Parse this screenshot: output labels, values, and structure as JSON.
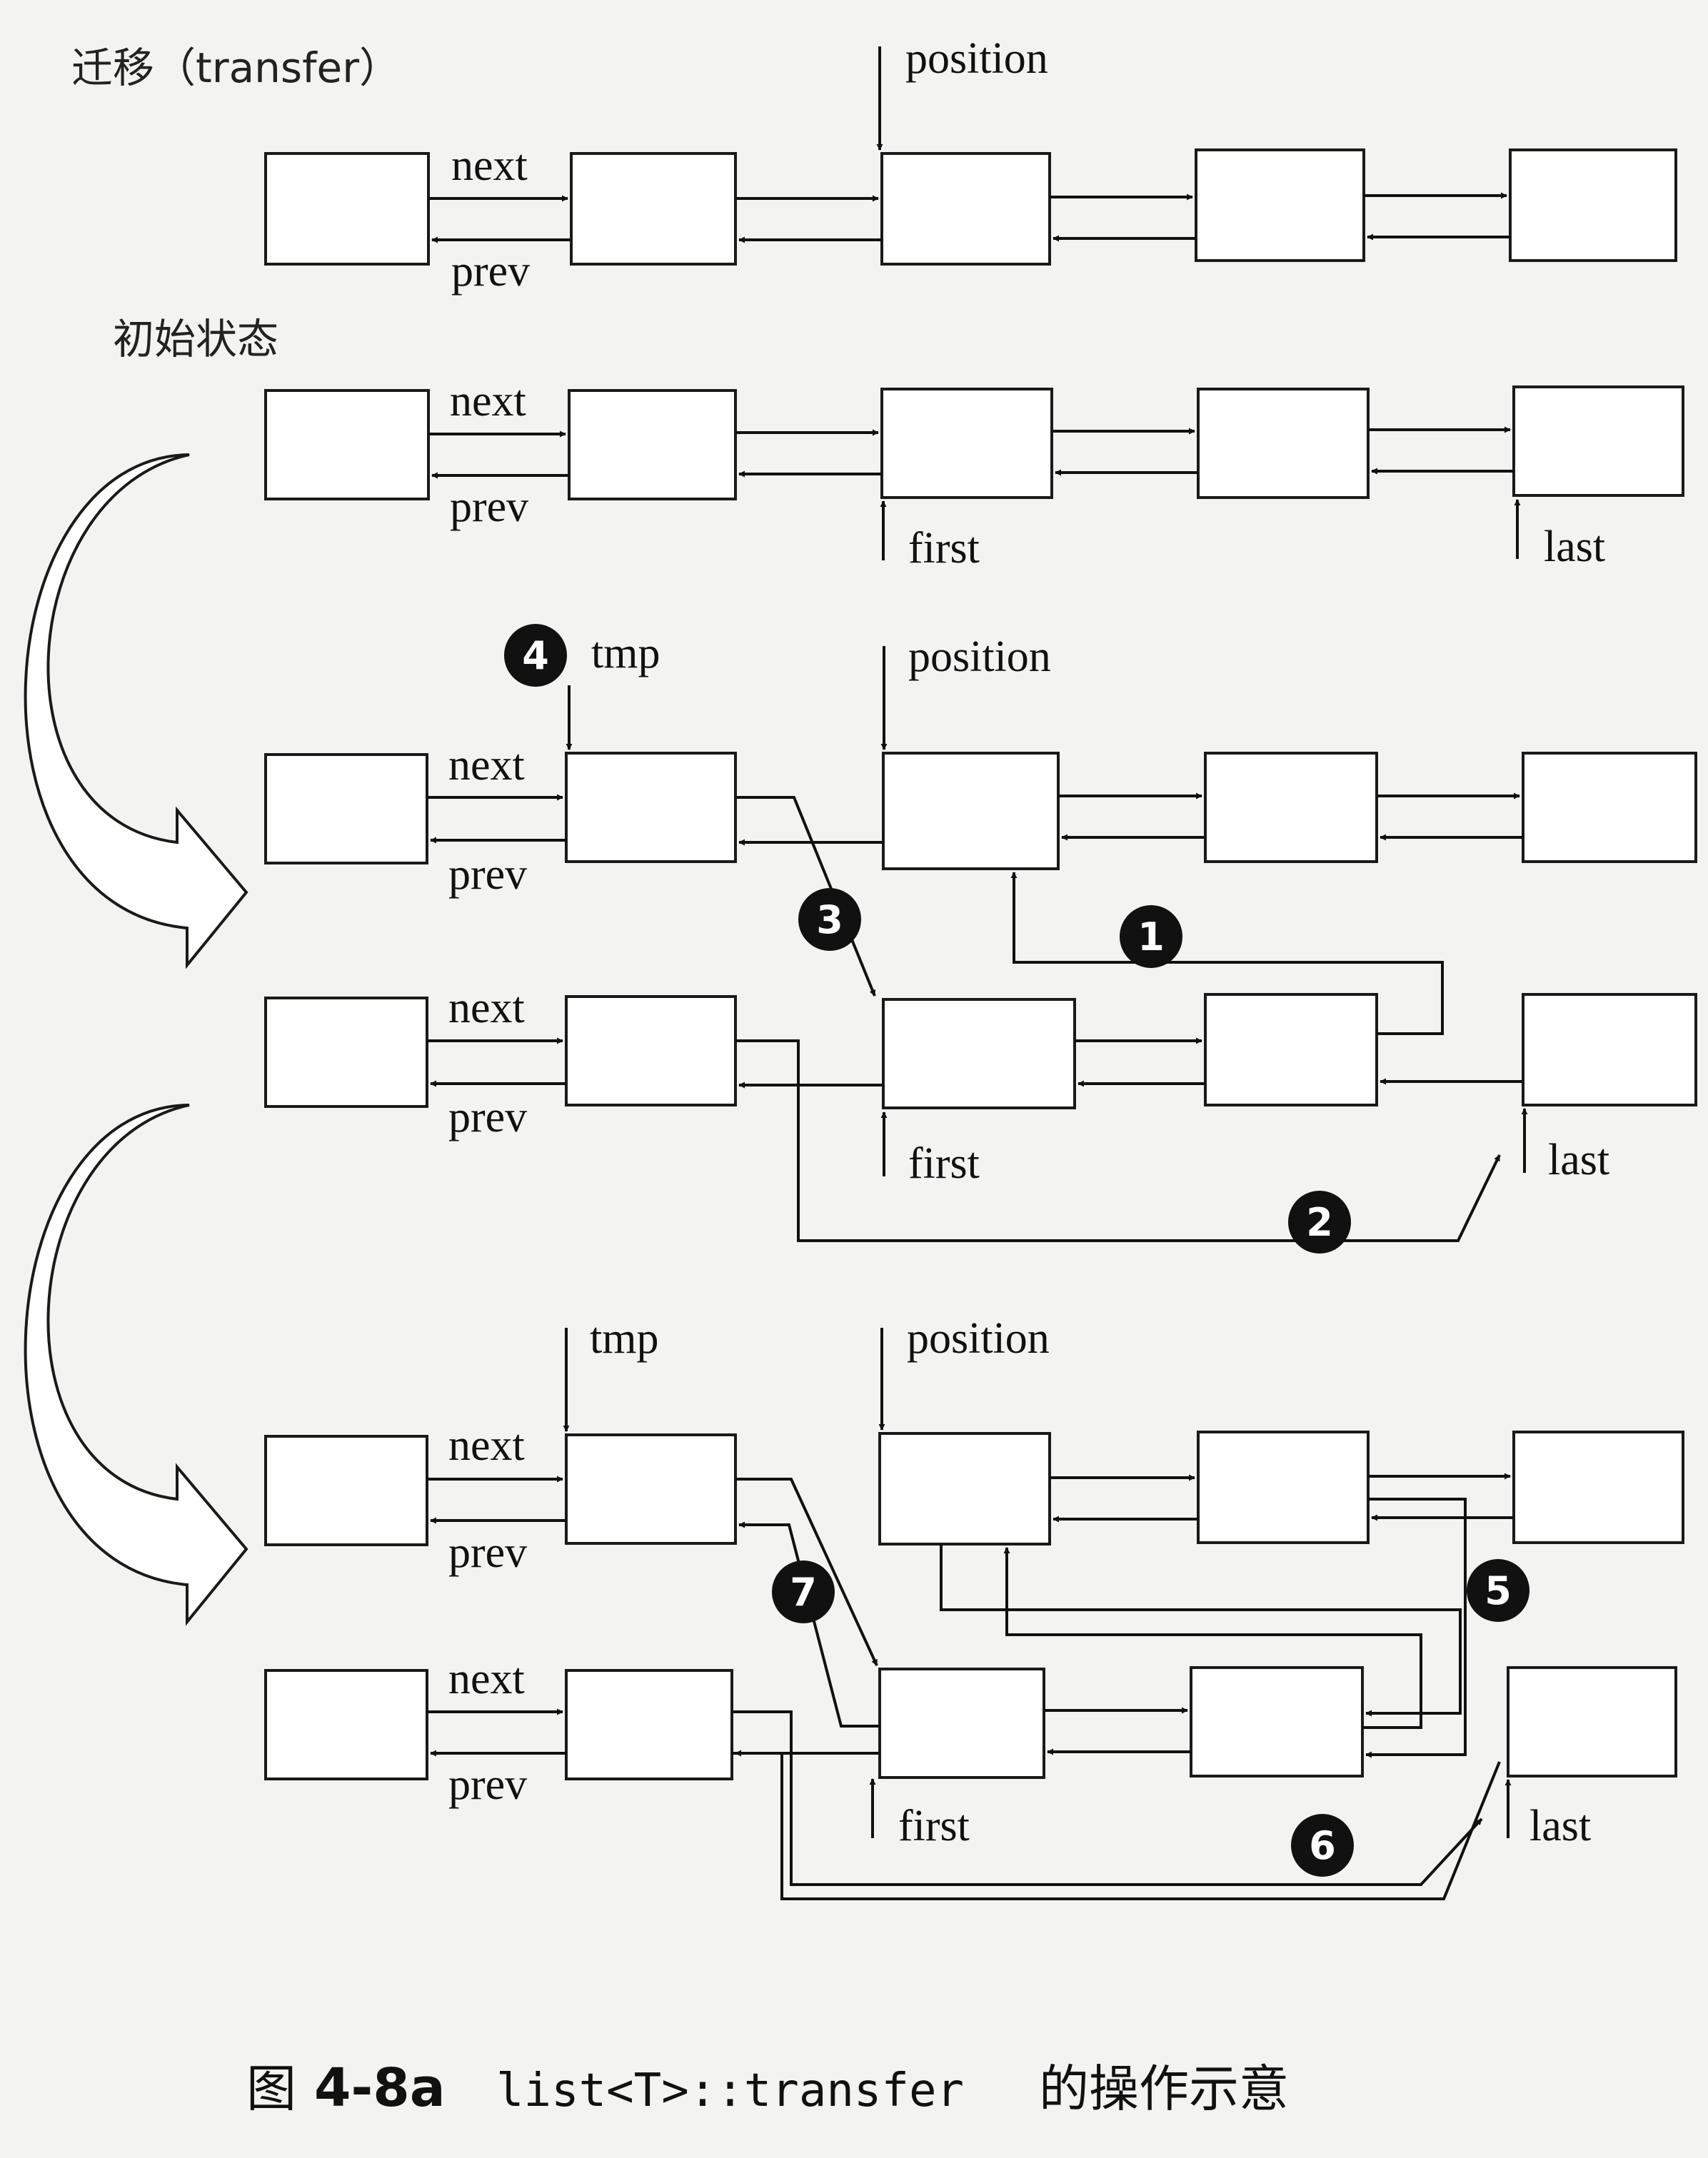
{
  "title": "迁移（transfer）",
  "state_label": "初始状态",
  "labels": {
    "next": "next",
    "prev": "prev",
    "position": "position",
    "first": "first",
    "last": "last",
    "tmp": "tmp"
  },
  "steps": [
    "1",
    "2",
    "3",
    "4",
    "5",
    "6",
    "7"
  ],
  "caption": {
    "prefix": "图",
    "number": "4-8a",
    "code": "list<T>::transfer",
    "suffix": "的操作示意"
  }
}
